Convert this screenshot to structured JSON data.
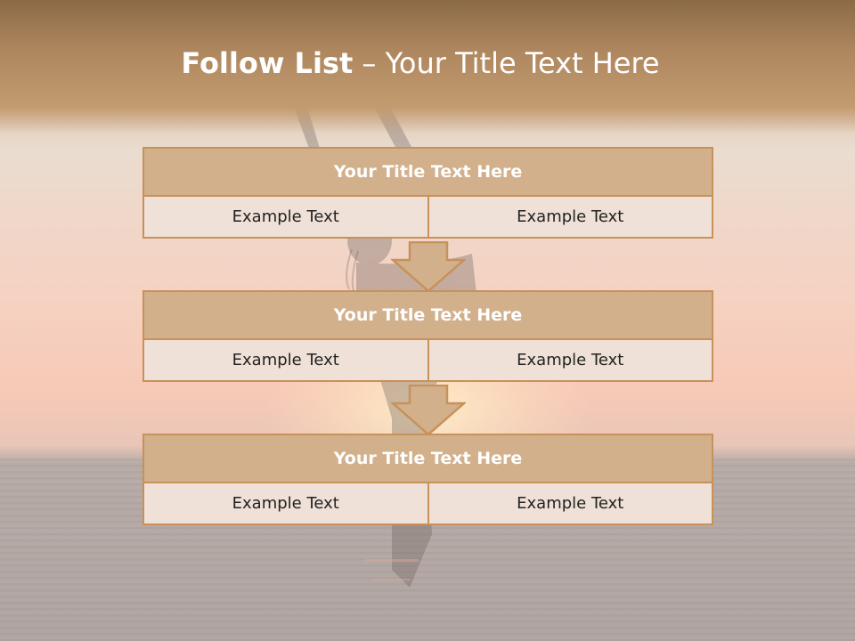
{
  "slide": {
    "title_bold": "Follow List",
    "title_rest": "– Your Title Text Here"
  },
  "blocks": [
    {
      "title": "Your Title Text Here",
      "left": "Example Text",
      "right": "Example Text"
    },
    {
      "title": "Your Title Text Here",
      "left": "Example Text",
      "right": "Example Text"
    },
    {
      "title": "Your Title Text Here",
      "left": "Example Text",
      "right": "Example Text"
    }
  ],
  "colors": {
    "header": "#b08860",
    "block_title_fill": "#d2b08c",
    "cell_fill": "#efe1d7",
    "border": "#c8915a"
  },
  "icons": {
    "connector": "arrow-down-icon"
  }
}
